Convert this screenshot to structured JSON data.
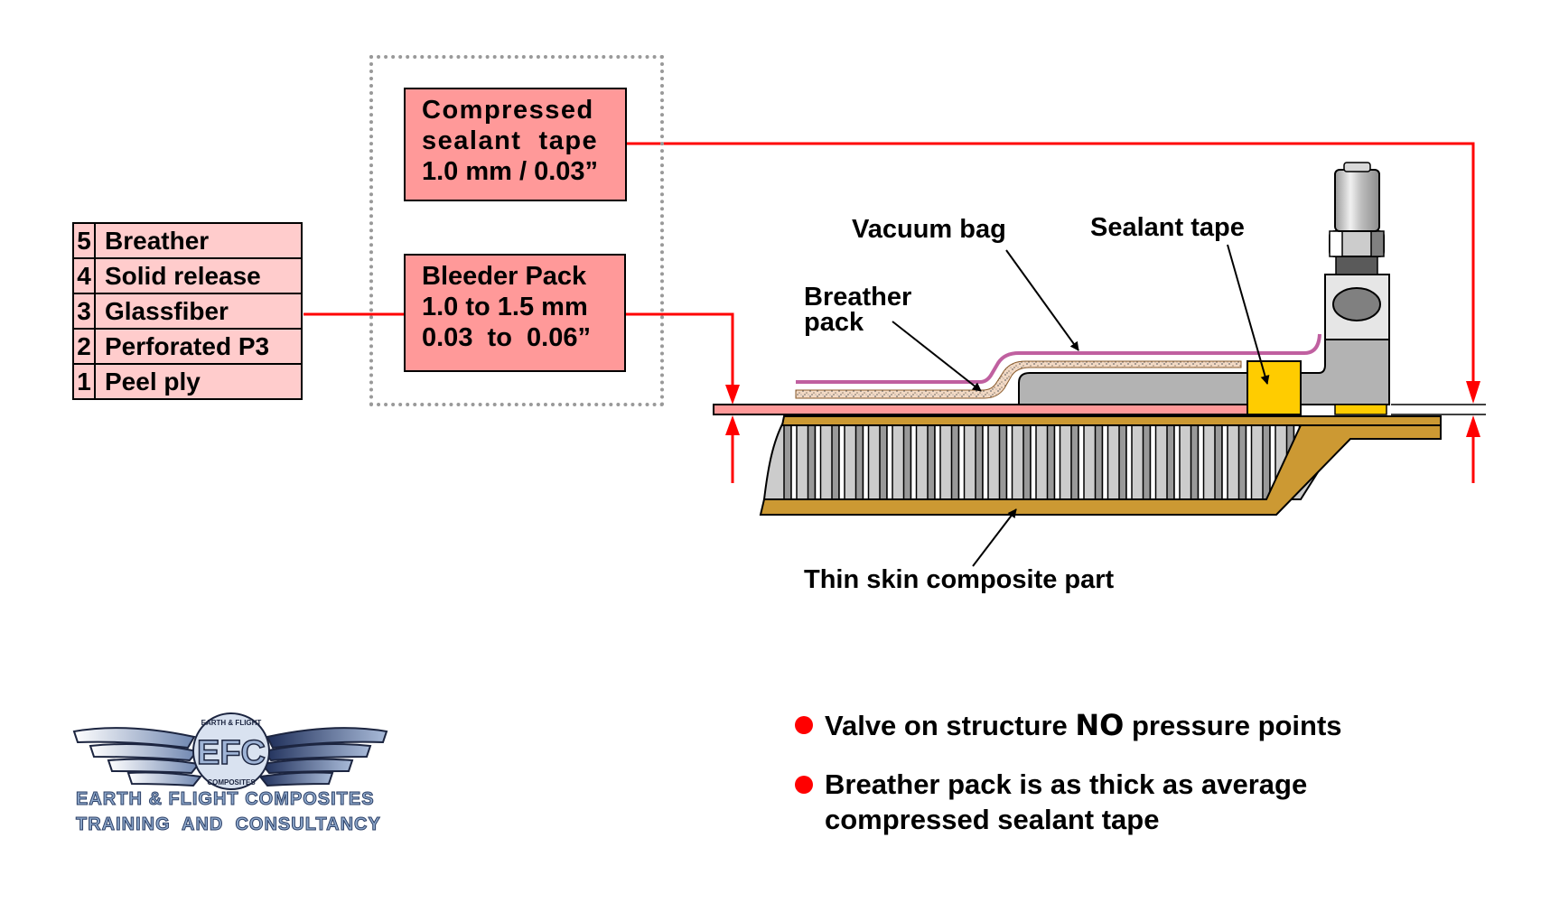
{
  "layers_table": {
    "rows": [
      {
        "num": "5",
        "name": "Breather"
      },
      {
        "num": "4",
        "name": "Solid release"
      },
      {
        "num": "3",
        "name": "Glassfiber"
      },
      {
        "num": "2",
        "name": "Perforated P3"
      },
      {
        "num": "1",
        "name": "Peel ply"
      }
    ]
  },
  "callouts": {
    "compressed_sealant": [
      "Compressed",
      "sealant  tape",
      "1.0 mm / 0.03”"
    ],
    "bleeder_pack": [
      "Bleeder Pack",
      "1.0 to 1.5 mm",
      "0.03  to  0.06”"
    ]
  },
  "labels": {
    "vacuum_bag": "Vacuum bag",
    "sealant_tape": "Sealant tape",
    "breather_pack": [
      "Breather",
      "pack"
    ],
    "thin_skin": "Thin skin composite part"
  },
  "bullets": [
    {
      "before": "Valve on structure ",
      "emphasis": "NO",
      "after": " pressure points"
    },
    {
      "line1": "Breather pack is as thick as average",
      "line2": "compressed sealant tape"
    }
  ],
  "logo": {
    "emblem": "EFC",
    "ring_top": "EARTH & FLIGHT",
    "ring_bottom": "COMPOSITES",
    "line1": "EARTH & FLIGHT COMPOSITES",
    "line2": "TRAINING  AND  CONSULTANCY"
  },
  "colors": {
    "leader_red": "#ff0000",
    "callout_fill": "#ff9999",
    "table_fill": "#ffcccc",
    "vacuum_bag": "#c060a0",
    "sealant": "#ffcc00",
    "skin": "#cc9933",
    "core": "#cccccc"
  }
}
